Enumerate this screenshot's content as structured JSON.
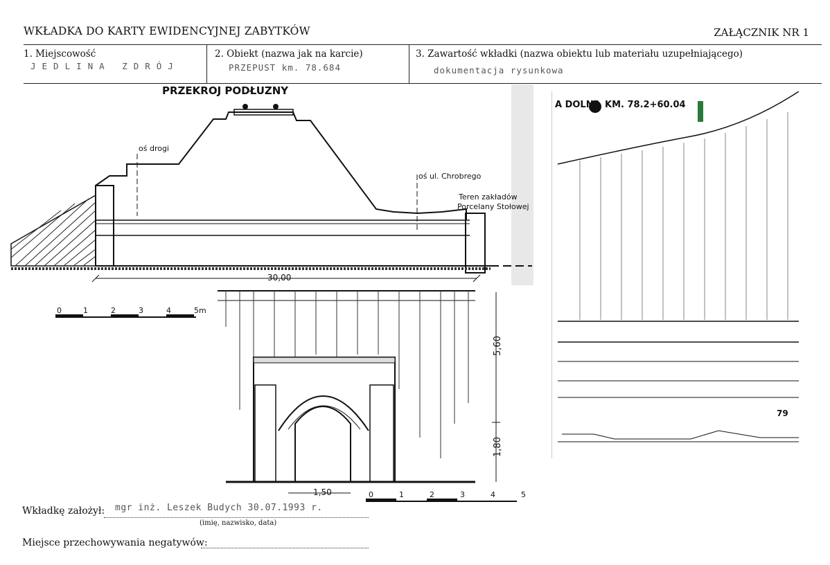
{
  "header": {
    "title": "WKŁADKA DO KARTY EWIDENCYJNEJ ZABYTKÓW",
    "annex": "ZAŁĄCZNIK NR 1"
  },
  "fields": [
    {
      "label": "1.  Miejscowość",
      "value": "JEDLINA ZDRÓJ"
    },
    {
      "label": "2.  Obiekt (nazwa jak na karcie)",
      "value": "PRZEPUST km. 78.684"
    },
    {
      "label": "3.  Zawartość wkładki (nazwa obiektu lub materiału uzupełniającego)",
      "value": "dokumentacja rysunkowa"
    }
  ],
  "drawing_section": {
    "title": "PRZEKROJ PODŁUZNY",
    "label_road_axis": "oś drogi",
    "label_street_axis": "oś ul. Chrobrego",
    "label_factory_1": "Teren zakładów",
    "label_factory_2": "Porcelany Stołowej",
    "dimension_length": "30,00",
    "scale_labels": [
      "0",
      "1",
      "2",
      "3",
      "4",
      "5m"
    ]
  },
  "drawing_elevation": {
    "dim_height_upper": "5,60",
    "dim_height_lower": "1,80",
    "dim_width": "1,50",
    "scale_labels": [
      "0",
      "1",
      "2",
      "3",
      "4",
      "5"
    ]
  },
  "drawing_profile": {
    "title_prefix": "A DOLNA",
    "title_km": "KM. 78.2+60.04",
    "page_number": "79"
  },
  "footer": {
    "author_label": "Wkładkę założył:",
    "author_value": "mgr inż. Leszek Budych  30.07.1993 r.",
    "author_hint": "(imię, nazwisko, data)",
    "storage_label": "Miejsce przechowywania negatywów:"
  }
}
